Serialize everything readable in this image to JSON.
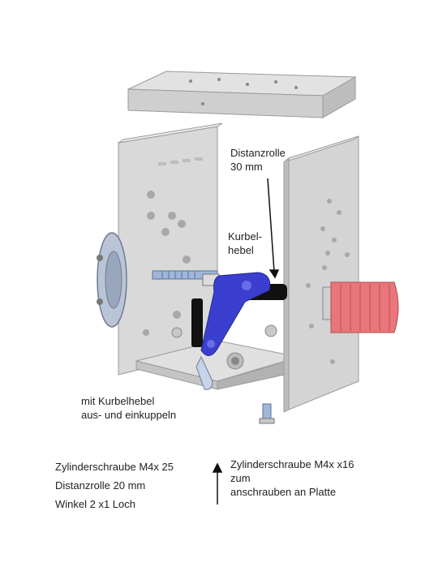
{
  "labels": {
    "distanzrolle_top": [
      "Distanzrolle",
      "30 mm"
    ],
    "kurbelhebel": [
      "Kurbel-",
      "hebel"
    ],
    "kuppeln": [
      "mit Kurbelhebel",
      "aus- und einkuppeln"
    ],
    "left_notes": [
      "Zylinderschraube M4x 25",
      "Distanzrolle 20 mm",
      "Winkel 2 x1 Loch"
    ],
    "right_notes": [
      "Zylinderschraube M4x x16",
      "zum",
      "anschrauben an Platte"
    ]
  },
  "colors": {
    "plate": "#d6d6d6",
    "plate_edge": "#9a9a9a",
    "lever": "#3b3fd0",
    "spacer": "#111111",
    "knob": "#e8767a",
    "gear": "#b9c4d6"
  }
}
